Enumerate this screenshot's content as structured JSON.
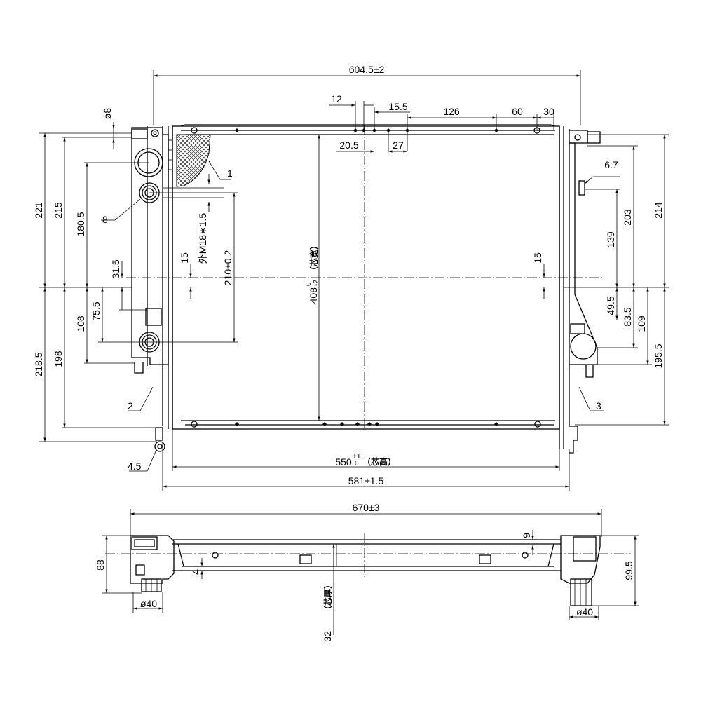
{
  "top_view": {
    "width_overall": "604.5±2",
    "top_dims": [
      "12",
      "15.5",
      "126",
      "60",
      "30",
      "20.5",
      "27"
    ],
    "left_dims": [
      "221",
      "215",
      "180.5",
      "31.5",
      "75.5",
      "108",
      "198",
      "218.5"
    ],
    "hole_dia": "ø8",
    "thread": "外M18∗1.5",
    "center_15_left": "15",
    "center_15_right": "15",
    "dim_210": "210±0.2",
    "core_width_value": "408",
    "core_width_tol_top": "0",
    "core_width_tol_bottom": "-2",
    "core_width_label": "（芯宽）",
    "right_dims": [
      "6.7",
      "203",
      "214",
      "139",
      "49.5",
      "83.5",
      "109",
      "195.5"
    ],
    "callouts": [
      "1",
      "8",
      "2",
      "3",
      "4.5"
    ],
    "core_height_value": "550",
    "core_height_tol_top": "+1",
    "core_height_tol_bottom": "0",
    "core_height_label": "（芯高）",
    "width_581": "581±1.5"
  },
  "bottom_view": {
    "width_overall": "670±3",
    "left_height": "88",
    "right_height": "99.5",
    "dim_9": "9",
    "dim_4": "4",
    "pipe_left": "ø40",
    "pipe_right": "ø40",
    "core_thickness_value": "32",
    "core_thickness_label": "（芯厚）"
  }
}
